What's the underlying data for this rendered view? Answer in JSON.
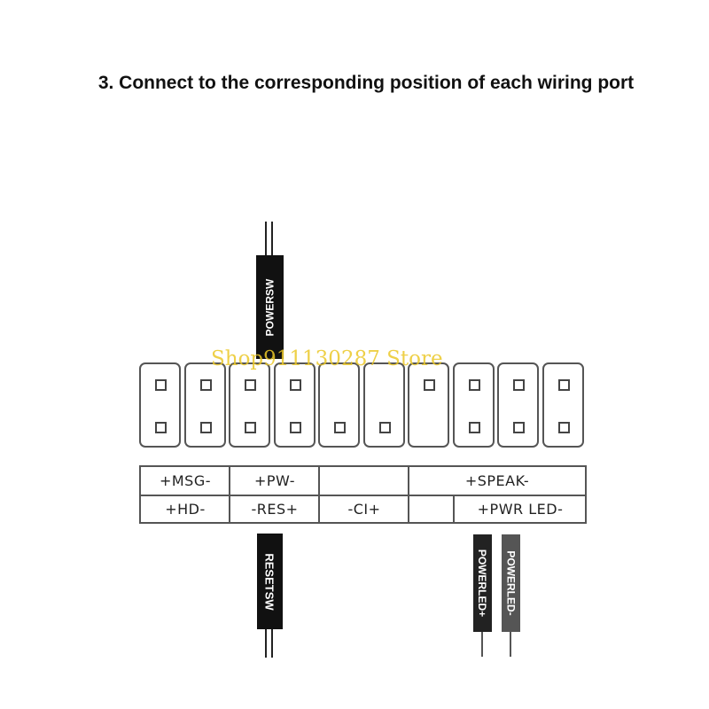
{
  "title": "3. Connect to the corresponding position of each wiring port",
  "watermark": "Shop911130287 Store",
  "connectors": {
    "power_sw": "POWERSW",
    "reset_sw": "RESETSW",
    "power_led_plus": "POWERLED+",
    "power_led_minus": "POWERLED-"
  },
  "header": {
    "pins_top": [
      true,
      true,
      true,
      true,
      false,
      false,
      true,
      true,
      true,
      true
    ],
    "pins_bottom": [
      true,
      true,
      true,
      true,
      true,
      true,
      false,
      true,
      true,
      true
    ]
  },
  "labels": {
    "top_row": [
      "+MSG-",
      "+PW-",
      "",
      "+SPEAK-"
    ],
    "bottom_row": [
      "+HD-",
      "-RES+",
      "-CI+",
      "",
      "+PWR LED-"
    ]
  },
  "colors": {
    "watermark": "#ebc828",
    "connector": "#111111",
    "connector_minus": "#555555"
  }
}
